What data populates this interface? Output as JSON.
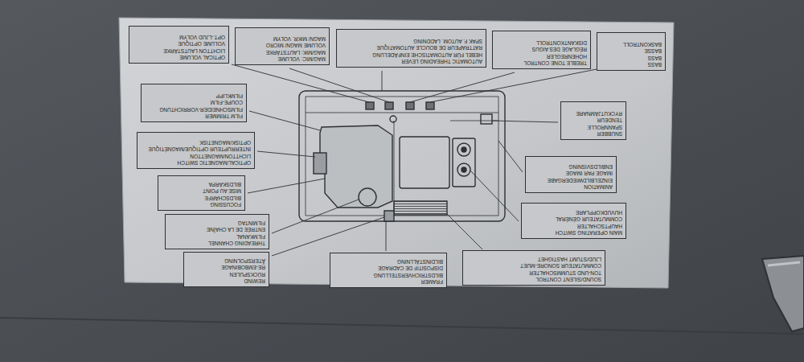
{
  "diagram": {
    "nodes": [
      {
        "text": [
          "OPTICAL VOLUME",
          "LICHTTON LAUTSTÄRKE",
          "VOLUME OPTIQUE",
          "OPT.-LJUD VOLYM"
        ]
      },
      {
        "text": [
          "MAG/MIC: VOLUME",
          "MAG/MIK: LAUTSTÄRKE",
          "VOLUME MAGN/ MICRO",
          "MAGN/ MIKR. VOLYM"
        ]
      },
      {
        "text": [
          "AUTOMATIC THREADING LEVER",
          "HEBEL FÜR AUTOMATISCHE EINFÄDELUNG",
          "RATTRAPEUR DE BOUCLE AUTOMATIQUE",
          "SPAK F. AUTOM. LADDNING"
        ]
      },
      {
        "text": [
          "TREBLE TONE CONTROL",
          "HÖHENREGLER",
          "RÉGLAGE DES AIGUS",
          "DISKANTKONTROLL"
        ]
      },
      {
        "text": [
          "BASS",
          "BASS",
          "BASSE",
          "BASKONTROLL"
        ]
      },
      {
        "text": [
          "FILM TRIMMER",
          "FILMSCHNEIDER-VORRICHTUNG",
          "COUPE-FILM",
          "FILMKLIPP"
        ]
      },
      {
        "text": [
          "SNUBBER",
          "SPANNROLLE",
          "TENDEUR",
          "RYCKUTJÄMNARE"
        ]
      },
      {
        "text": [
          "OPTICAL/MAGNETIC SWITCH",
          "LICHTTON/MAGNETTON",
          "INTERRUPTEUR OPTIQUE/MAGNÉTIQUE",
          "OPTISK/MAGNETISK"
        ]
      },
      {
        "text": [
          "ANIMATION",
          "EINZELBILDWIEDERGABE",
          "IMAGE PAR IMAGE",
          "ENBILDSVISNING"
        ]
      },
      {
        "text": [
          "FOCUSSING",
          "BILDSCHÄRFE",
          "MISE AU POINT",
          "BILDSKÄRPA"
        ]
      },
      {
        "text": [
          "MAIN OPERATING SWITCH",
          "HAUPTSCHALTER",
          "COMMUTATEUR GÉNÉRAL",
          "HUVUDKOPPLARE"
        ]
      },
      {
        "text": [
          "THREADING CHANNEL",
          "FILMKANAL",
          "ENTRÉE DE LA CHAÎNE",
          "FILMINTAG"
        ]
      },
      {
        "text": [
          "REWIND",
          "RÜCKSPULEN",
          "RE-EMBOBINAGE",
          "ÅTERSPOLNING"
        ]
      },
      {
        "text": [
          "FRAMER",
          "BILDSTRICHVERSTELLUNG",
          "DISPOSITIF DE CADRAGE",
          "BILDINSTÄLLNING"
        ]
      },
      {
        "text": [
          "SOUND/SILENT CONTROL",
          "TON-UND STUMMSCHALTER",
          "COMMUTATEUR SONORE-MUET",
          "LJUD/STUMT HASTIGHET"
        ]
      }
    ]
  }
}
